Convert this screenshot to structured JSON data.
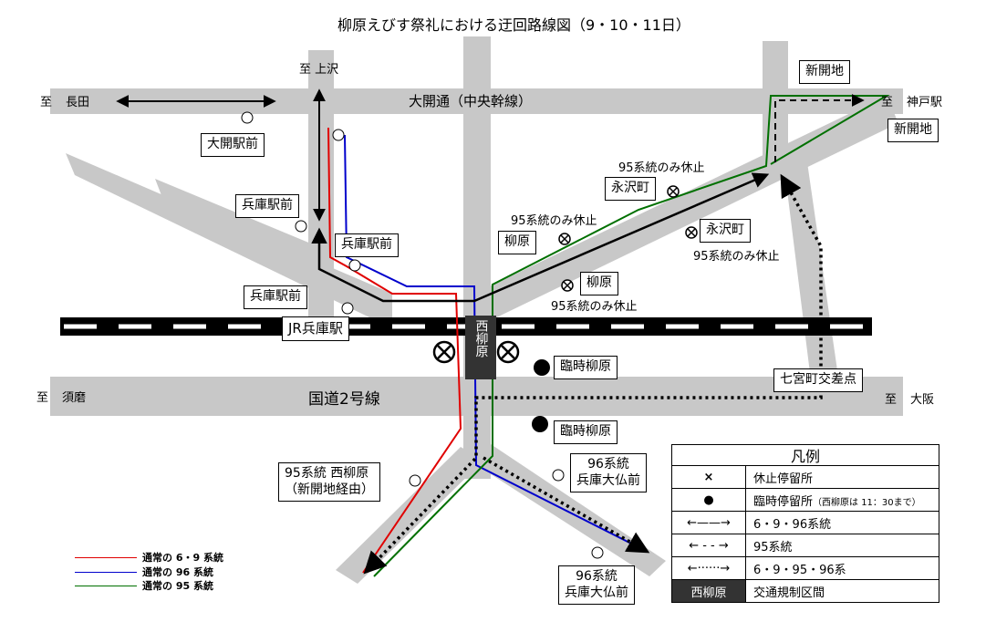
{
  "title": "柳原えびす祭礼における迂回路線図（9・10・11日）",
  "roads": {
    "daikai": "大開通（中央幹線）",
    "kokudo": "国道2号線",
    "jr": "JR兵庫駅"
  },
  "directions": {
    "kamisawa": "至 上沢",
    "nagata_to": "至",
    "nagata": "長田",
    "kobe_to": "至",
    "kobe": "神戸駅",
    "suma_to": "至",
    "suma": "須磨",
    "osaka_to": "至",
    "osaka": "大阪"
  },
  "stops": {
    "daikai_ekimae": "大開駅前",
    "hyogo_ekimae_1": "兵庫駅前",
    "hyogo_ekimae_2": "兵庫駅前",
    "hyogo_ekimae_3": "兵庫駅前",
    "shinkaichi_1": "新開地",
    "shinkaichi_2": "新開地",
    "nagasawacho_1": "永沢町",
    "nagasawacho_2": "永沢町",
    "yanagihara_1": "柳原",
    "yanagihara_2": "柳原",
    "rinji_1": "臨時柳原",
    "rinji_2": "臨時柳原",
    "shichimiya": "七宮町交差点",
    "nishiyanagihara": "西柳原",
    "sw_box_1": "95系統  西柳原",
    "sw_box_2": "（新開地経由）",
    "se_box_1": "96系統",
    "se_box_2": "兵庫大仏前",
    "s_box_1": "96系統",
    "s_box_2": "兵庫大仏前"
  },
  "notes": {
    "n95_1": "95系統のみ休止",
    "n95_2": "95系統のみ休止",
    "n95_3": "95系統のみ休止",
    "n95_4": "95系統のみ休止"
  },
  "legend": {
    "title": "凡例",
    "rows": [
      {
        "symbol": "×",
        "label": "休止停留所",
        "note": ""
      },
      {
        "symbol": "●",
        "label": "臨時停留所",
        "note": "（西柳原は 11：30まで）"
      },
      {
        "symbol": "←——→",
        "label": "6・9・96系統",
        "note": ""
      },
      {
        "symbol": "← - - →",
        "label": "95系統",
        "note": ""
      },
      {
        "symbol": "←······→",
        "label": "6・9・95・96系",
        "note": ""
      },
      {
        "symbol": "西柳原",
        "label": "交通規制区間",
        "note": ""
      }
    ]
  },
  "route_key": [
    {
      "label": "通常の 6・9 系統",
      "color": "#e00000"
    },
    {
      "label": "通常の 96 系統",
      "color": "#0000cc"
    },
    {
      "label": "通常の 95 系統",
      "color": "#007000"
    }
  ],
  "colors": {
    "road": "#c8c8c8",
    "route_69": "#e00000",
    "route_96": "#0000cc",
    "route_95": "#007000",
    "detour": "#000000"
  }
}
